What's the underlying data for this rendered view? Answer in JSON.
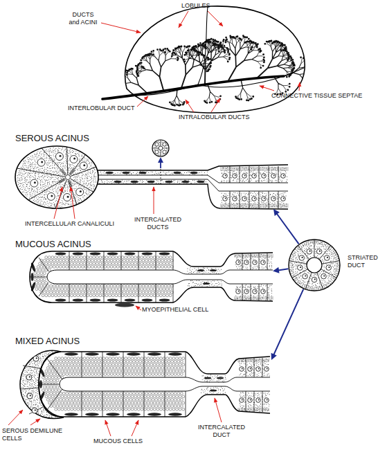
{
  "diagram": {
    "nodes": [
      {
        "text": [
          "SEROUS ACINUS"
        ]
      },
      {
        "text": [
          "MUCOUS ACINUS"
        ]
      },
      {
        "text": [
          "MIXED ACINUS"
        ]
      },
      {
        "text": [
          "STRIATED DUCT"
        ]
      }
    ],
    "edges": [
      {
        "from": 3,
        "to": 0,
        "arrow": "to"
      },
      {
        "from": 3,
        "to": 1,
        "arrow": "to"
      },
      {
        "from": 3,
        "to": 2,
        "arrow": "to"
      }
    ],
    "labels": [
      "LOBULES",
      "DUCTS and ACINI",
      "CONNECTIVE TISSUE SEPTAE",
      "INTERLOBULAR DUCT",
      "INTRALOBULAR DUCTS",
      "INTERCALATED DUCTS",
      "INTERCELLULAR CANALICULI",
      "MYOEPITHELIAL CELL",
      "INTERCALATED DUCT",
      "SEROUS DEMILUNE CELLS",
      "MUCOUS CELLS"
    ]
  }
}
